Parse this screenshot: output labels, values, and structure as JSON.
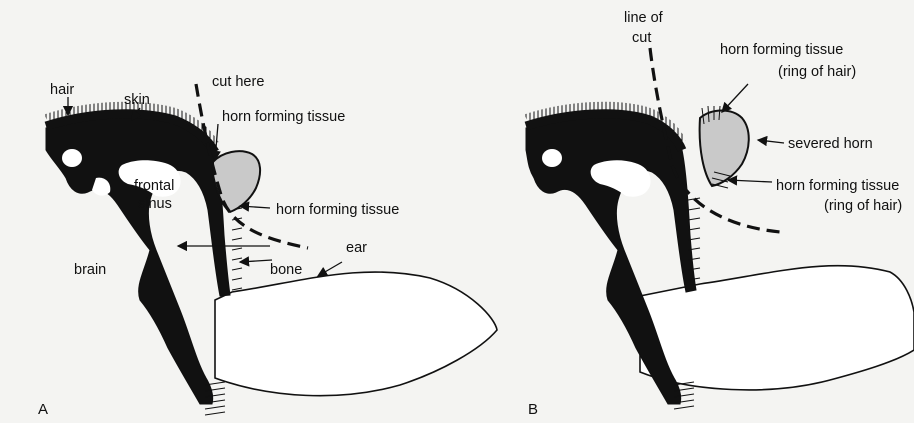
{
  "panel_a": {
    "letter": "A",
    "labels": {
      "hair": "hair",
      "skin": "skin",
      "cut_here": "cut here",
      "horn_tissue_top": "horn forming tissue",
      "frontal": "frontal",
      "sinus": "sinus",
      "horn_tissue_bottom": "horn forming tissue",
      "ear": "ear",
      "brain": "brain",
      "bone": "bone"
    }
  },
  "panel_b": {
    "letter": "B",
    "labels": {
      "line_of": "line of",
      "cut": "cut",
      "horn_tissue_top": "horn forming tissue",
      "ring_top": "(ring of hair)",
      "severed_horn": "severed horn",
      "horn_tissue_bottom": "horn forming tissue",
      "ring_bottom": "(ring of hair)"
    }
  }
}
